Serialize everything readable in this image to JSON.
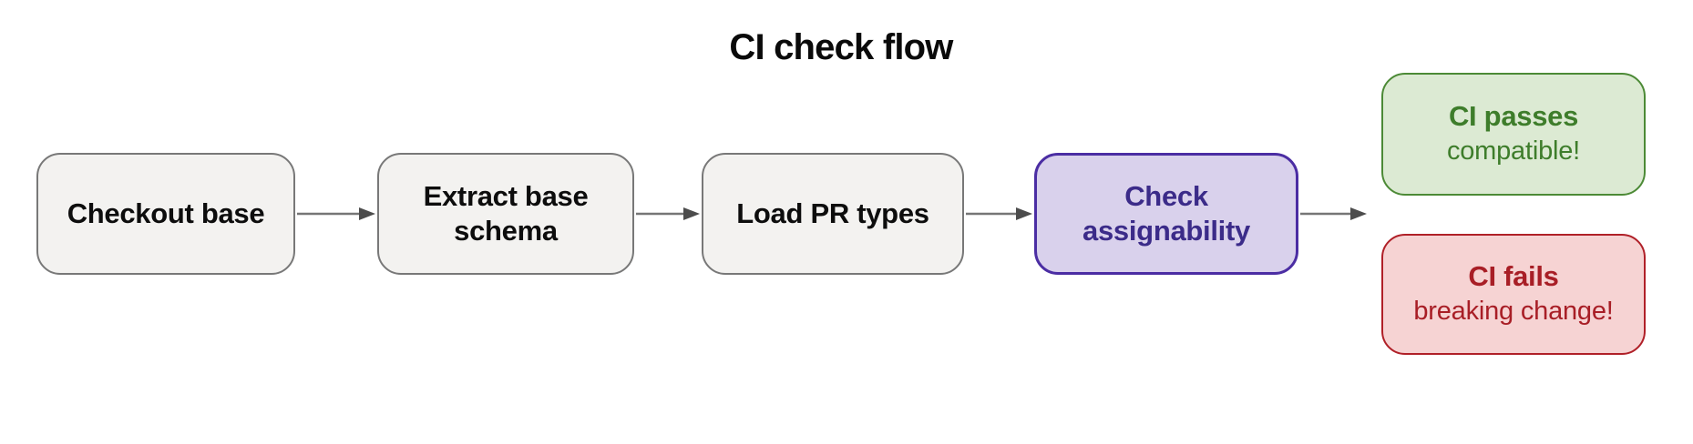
{
  "title": "CI check flow",
  "nodes": [
    {
      "id": "checkout-base",
      "label": "Checkout base",
      "type": "process"
    },
    {
      "id": "extract-base-schema",
      "label": "Extract base schema",
      "type": "process"
    },
    {
      "id": "load-pr-types",
      "label": "Load PR types",
      "type": "process"
    },
    {
      "id": "check-assignability",
      "label": "Check assignability",
      "type": "highlight"
    },
    {
      "id": "ci-passes",
      "label": "CI passes",
      "sublabel": "compatible!",
      "type": "success"
    },
    {
      "id": "ci-fails",
      "label": "CI fails",
      "sublabel": "breaking change!",
      "type": "failure"
    }
  ],
  "colors": {
    "title_color": "#0a0a0a",
    "process_fill": "#f3f2f0",
    "process_border": "#787878",
    "process_text": "#0d0d0d",
    "highlight_fill": "#d9d1ec",
    "highlight_border": "#4b2da3",
    "highlight_text": "#3b2b89",
    "success_fill": "#dcead3",
    "success_border": "#4c8a36",
    "success_text": "#3e7d2b",
    "failure_fill": "#f6d3d3",
    "failure_border": "#b02028",
    "failure_text": "#a81e26",
    "arrow": "#767676",
    "arrowhead": "#4c4c4c"
  }
}
